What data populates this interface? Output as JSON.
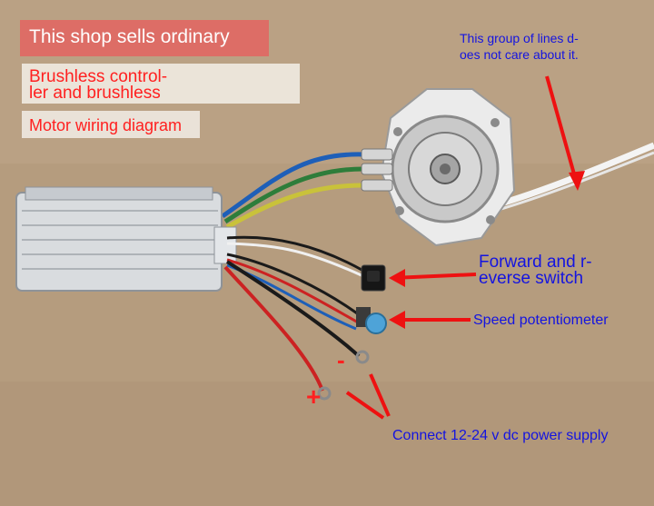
{
  "title": "This shop sells ordinary",
  "subtitle_lines": [
    "Brushless control-",
    "ler and brushless"
  ],
  "subtitle_2": "Motor wiring diagram",
  "annotations": {
    "hall_note_lines": [
      "This group of lines d-",
      "oes not care about it."
    ],
    "switch_lines": [
      "Forward and r-",
      "everse switch"
    ],
    "potentiometer": "Speed potentiometer",
    "power_supply": "Connect 12-24 v dc power supply",
    "minus": "-",
    "plus": "+"
  },
  "colors": {
    "background": "#b59c7e",
    "title_banner": "#e06864",
    "label_red": "#ff2020",
    "label_blue": "#1414e0",
    "arrow_red": "#ee1111",
    "controller_body": "#d9dcdf",
    "wire_blue": "#1e5fb8",
    "wire_green": "#2e7d3a",
    "wire_yellow": "#c9c23a",
    "wire_red": "#cc2222",
    "wire_black": "#1a1a1a",
    "wire_white": "#f4f4f4"
  }
}
